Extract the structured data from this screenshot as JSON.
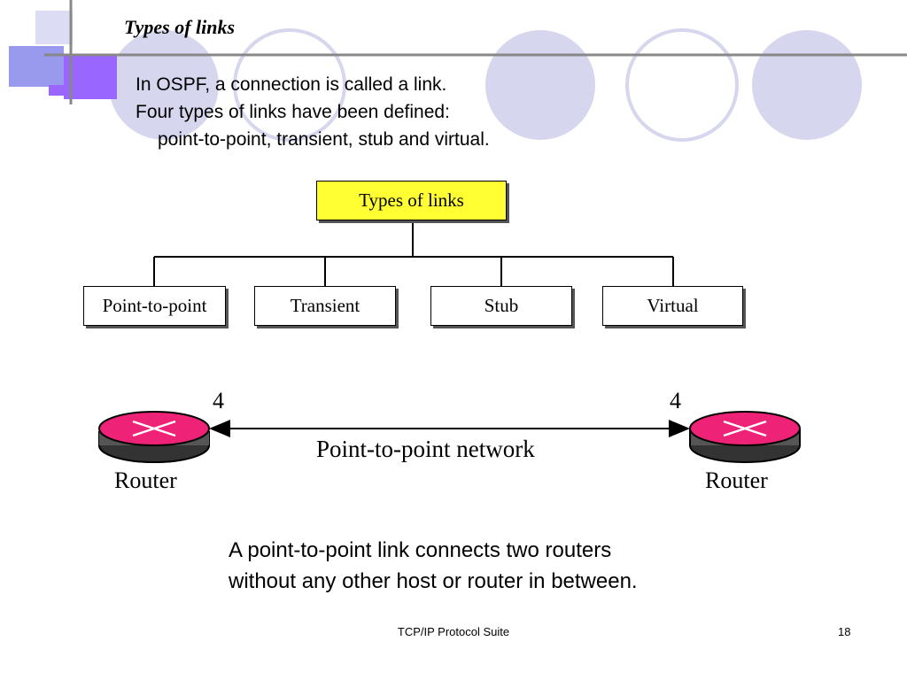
{
  "slide": {
    "title": "Types of links",
    "intro_lines": [
      "In OSPF, a connection is called a link.",
      "Four types of links have been defined:",
      "point-to-point, transient, stub and virtual."
    ],
    "caption_lines": [
      "A point-to-point link connects two routers",
      "without any other host or router in between."
    ]
  },
  "tree": {
    "root": "Types of links",
    "children": [
      "Point-to-point",
      "Transient",
      "Stub",
      "Virtual"
    ]
  },
  "network": {
    "left_router": "Router",
    "right_router": "Router",
    "left_port": "4",
    "right_port": "4",
    "link_label": "Point-to-point network"
  },
  "footer": {
    "center": "TCP/IP Protocol Suite",
    "page": "18"
  },
  "colors": {
    "accent_purple": "#9966ff",
    "circle_fill": "#d6d6ee",
    "root_fill": "#ffff33",
    "router_fill": "#ee2277"
  }
}
